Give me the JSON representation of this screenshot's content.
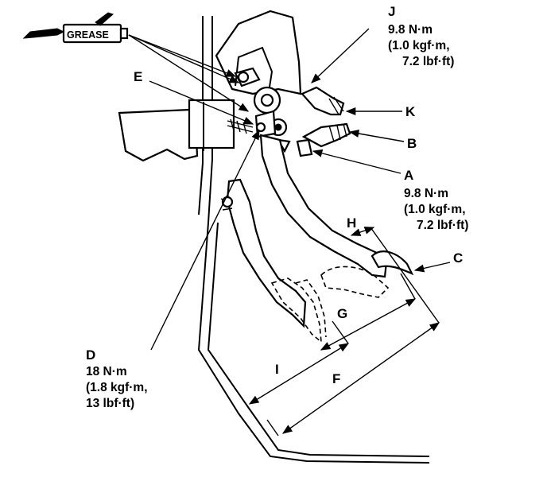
{
  "grease_label": "GREASE",
  "callouts": {
    "A": {
      "letter": "A",
      "spec": [
        "9.8 N·m",
        "(1.0 kgf·m,",
        "7.2 lbf·ft)"
      ]
    },
    "B": {
      "letter": "B"
    },
    "C": {
      "letter": "C"
    },
    "D": {
      "letter": "D",
      "spec": [
        "18 N·m",
        "(1.8 kgf·m,",
        "13 lbf·ft)"
      ]
    },
    "E": {
      "letter": "E"
    },
    "F": {
      "letter": "F"
    },
    "G": {
      "letter": "G"
    },
    "H": {
      "letter": "H"
    },
    "I": {
      "letter": "I"
    },
    "J": {
      "letter": "J",
      "spec": [
        "9.8 N·m",
        "(1.0 kgf·m,",
        "7.2 lbf·ft)"
      ]
    },
    "K": {
      "letter": "K"
    }
  }
}
